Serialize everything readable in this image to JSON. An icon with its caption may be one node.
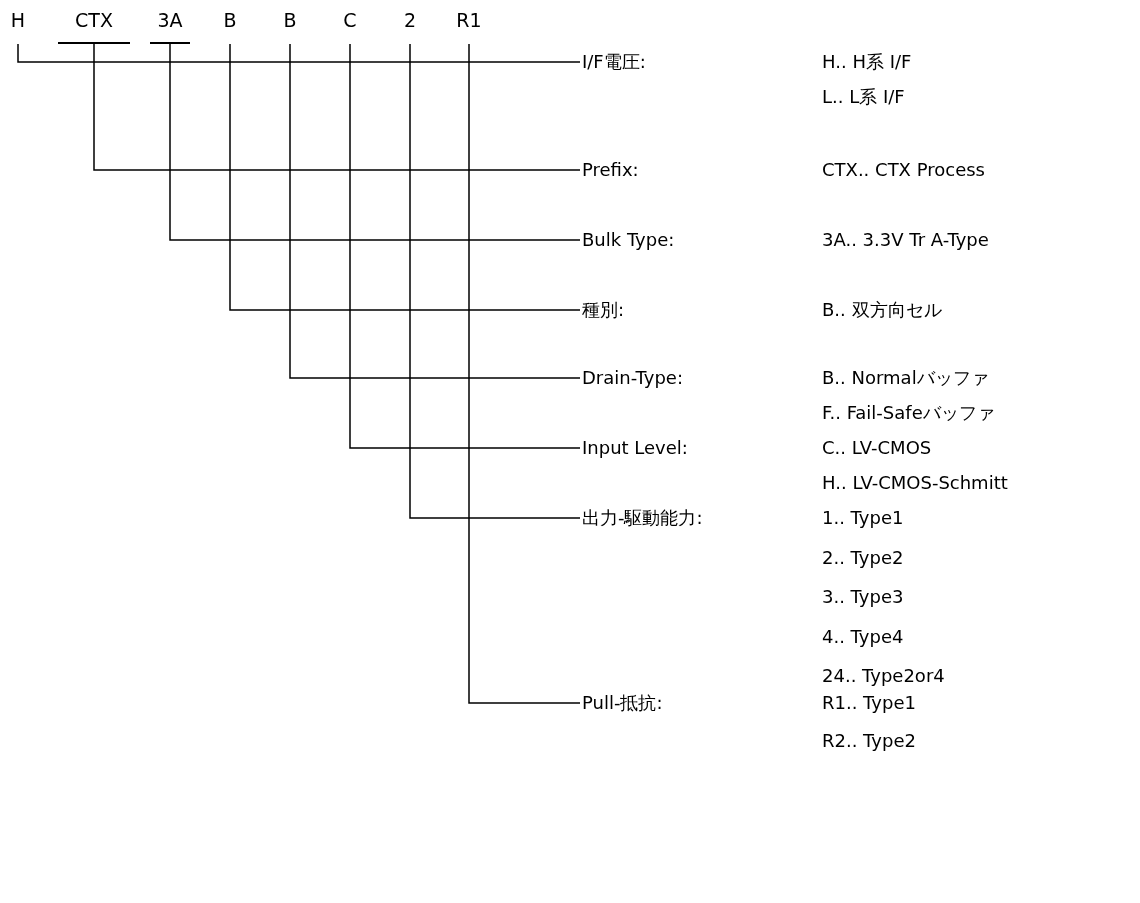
{
  "diagram": {
    "nodes": [
      {
        "text": [
          "H"
        ]
      },
      {
        "text": [
          "CTX"
        ]
      },
      {
        "text": [
          "3A"
        ]
      },
      {
        "text": [
          "B"
        ]
      },
      {
        "text": [
          "B"
        ]
      },
      {
        "text": [
          "C"
        ]
      },
      {
        "text": [
          "2"
        ]
      },
      {
        "text": [
          "R1"
        ]
      },
      {
        "text": [
          "I/F電圧:"
        ],
        "beside": [
          "H.. H系 I/F",
          "L.. L系 I/F"
        ]
      },
      {
        "text": [
          "Prefix:"
        ],
        "beside": [
          "CTX.. CTX Process"
        ]
      },
      {
        "text": [
          "Bulk Type:"
        ],
        "beside": [
          "3A.. 3.3V Tr A-Type"
        ]
      },
      {
        "text": [
          "種別:"
        ],
        "beside": [
          "B.. 双方向セル"
        ]
      },
      {
        "text": [
          "Drain-Type:"
        ],
        "beside": [
          "B.. Normalバッファ",
          "F.. Fail-Safeバッファ"
        ]
      },
      {
        "text": [
          "Input Level:"
        ],
        "beside": [
          "C.. LV-CMOS",
          "H.. LV-CMOS-Schmitt"
        ]
      },
      {
        "text": [
          "出力-駆動能力:"
        ],
        "beside": [
          "1.. Type1",
          "2.. Type2",
          "3.. Type3",
          "4.. Type4",
          "24.. Type2or4"
        ]
      },
      {
        "text": [
          "Pull-抵抗:"
        ],
        "beside": [
          "R1.. Type1",
          "R2.. Type2"
        ]
      }
    ],
    "edges": [
      {
        "from": 0,
        "to": 8,
        "arrow": "none"
      },
      {
        "from": 1,
        "to": 9,
        "arrow": "none"
      },
      {
        "from": 2,
        "to": 10,
        "arrow": "none"
      },
      {
        "from": 3,
        "to": 11,
        "arrow": "none"
      },
      {
        "from": 4,
        "to": 12,
        "arrow": "none"
      },
      {
        "from": 5,
        "to": 13,
        "arrow": "none"
      },
      {
        "from": 6,
        "to": 14,
        "arrow": "none"
      },
      {
        "from": 7,
        "to": 15,
        "arrow": "none"
      }
    ]
  }
}
